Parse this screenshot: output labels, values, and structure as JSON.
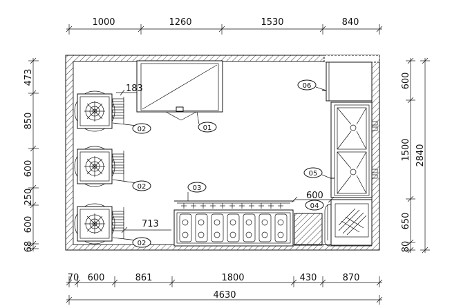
{
  "dimensions": {
    "top": [
      "1000",
      "1260",
      "1530",
      "840"
    ],
    "bottom": [
      "70",
      "600",
      "861",
      "1800",
      "430",
      "870"
    ],
    "bottom_total": "4630",
    "left": [
      "473",
      "850",
      "600",
      "250",
      "600",
      "68"
    ],
    "right": [
      "600",
      "1500",
      "650",
      "80"
    ],
    "right_total": "2840"
  },
  "callouts": {
    "wok_offset": "183",
    "counter_offset": "713",
    "sink_offset": "600"
  },
  "tags": [
    "01",
    "02",
    "02",
    "02",
    "03",
    "04",
    "05",
    "06"
  ]
}
